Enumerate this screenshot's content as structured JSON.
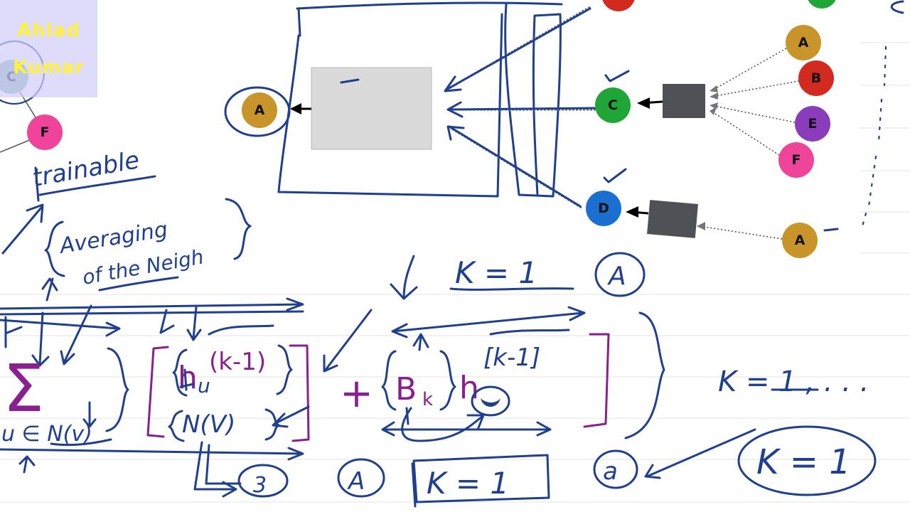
{
  "watermark": {
    "line1": "Ahlad",
    "line2": "Kumar"
  },
  "left_graph": {
    "nodes": [
      {
        "label": "C",
        "color": "#7fb8b0"
      },
      {
        "label": "F",
        "color": "#f0449a"
      }
    ]
  },
  "top_graph": {
    "output_node": {
      "label": "A",
      "color": "#c8952a"
    },
    "level1_nodes": [
      {
        "label": "C",
        "color": "#1fa636"
      },
      {
        "label": "D",
        "color": "#1b6fd1"
      }
    ],
    "level2_nodes": [
      {
        "label": "A",
        "color": "#c8952a"
      },
      {
        "label": "B",
        "color": "#d22a1f"
      },
      {
        "label": "E",
        "color": "#8a3dbb"
      },
      {
        "label": "F",
        "color": "#f0449a"
      },
      {
        "label": "A",
        "color": "#c8952a"
      }
    ],
    "box_colors": {
      "aggregator": "#dadada",
      "neighbor_box": "#4f5157"
    }
  },
  "annotations": {
    "trainable": "trainable",
    "averaging_line1": "Averaging",
    "averaging_line2": "of the Neigh",
    "k_eq_1_top": "K = 1",
    "circled_a_top": "A",
    "sum_symbol": "Σ",
    "sum_subscript": "u ∈ N(v)",
    "h_u": "h",
    "h_u_sub": "u",
    "k_minus_1_left": "(k-1)",
    "n_of_v": "N(V)",
    "plus": "+",
    "b_k": "B",
    "b_k_sub": "k",
    "h_v": "h",
    "k_minus_1_right": "[k-1]",
    "k_range": "K = 1 , . . .",
    "circled_3": "3",
    "circled_a_bottom": "A",
    "boxed_k_eq_1": "K = 1",
    "circled_a_lower": "a",
    "ellipse_k_eq_1": "K = 1"
  }
}
